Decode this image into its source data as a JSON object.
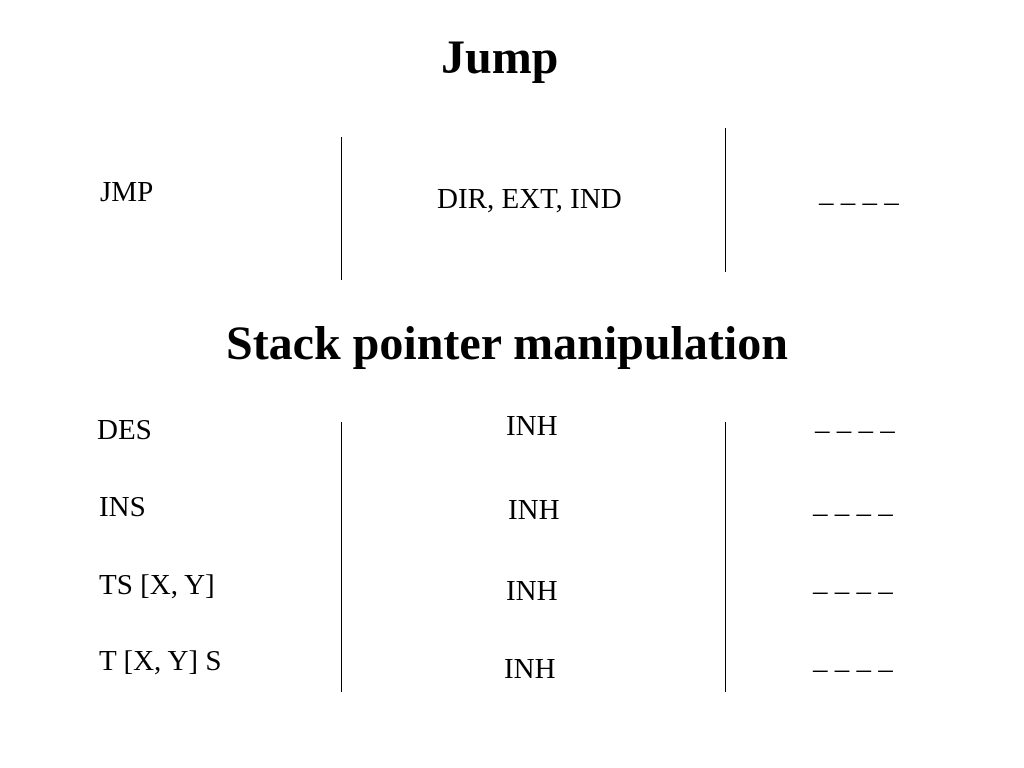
{
  "sections": [
    {
      "title": "Jump",
      "rows": [
        {
          "mnemonic": "JMP",
          "modes": "DIR, EXT, IND",
          "flags": "– – – –"
        }
      ]
    },
    {
      "title": "Stack pointer manipulation",
      "rows": [
        {
          "mnemonic": "DES",
          "modes": "INH",
          "flags": "– – – –"
        },
        {
          "mnemonic": "INS",
          "modes": "INH",
          "flags": "– – – –"
        },
        {
          "mnemonic": "TS [X, Y]",
          "modes": "INH",
          "flags": "– – – –"
        },
        {
          "mnemonic": "T [X, Y] S",
          "modes": "INH",
          "flags": "– – – –"
        }
      ]
    }
  ]
}
